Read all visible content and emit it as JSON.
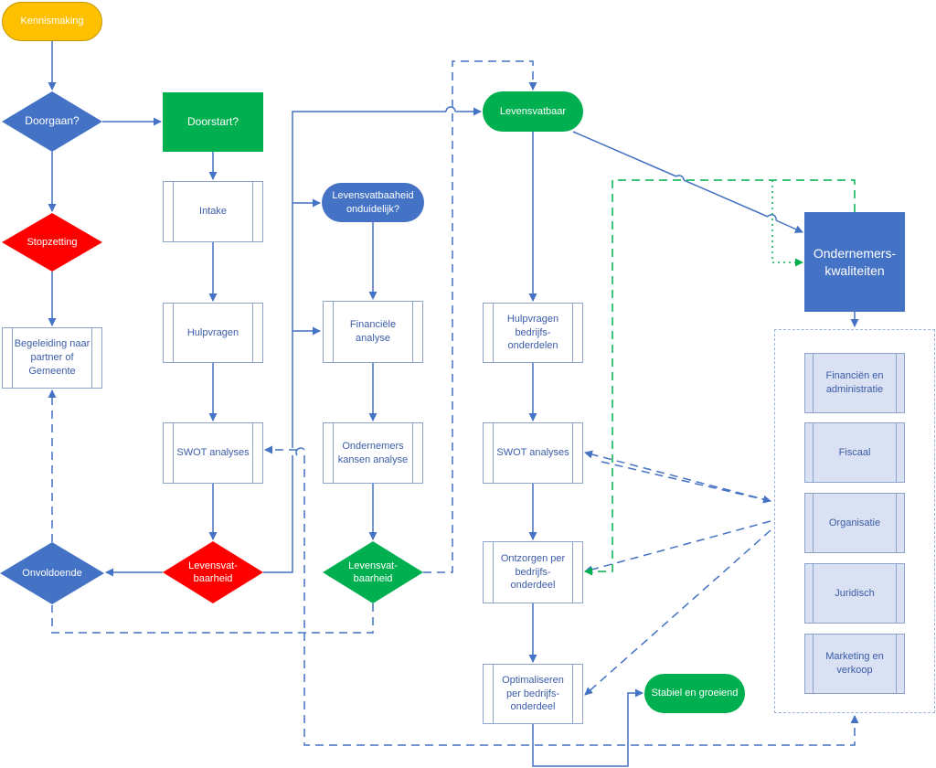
{
  "colors": {
    "yellow": "#ffc000",
    "blue": "#4472c4",
    "green": "#00b050",
    "red": "#ff0000",
    "line": "#4472c4",
    "green_line": "#00b050"
  },
  "nodes": {
    "kennismaking": "Kennismaking",
    "doorgaan": "Doorgaan?",
    "doorstart": "Doorstart?",
    "stopzetting": "Stopzetting",
    "begeleiding": "Begeleiding naar partner of Gemeente",
    "intake": "Intake",
    "hulpvragen": "Hulpvragen",
    "swot1": "SWOT analyses",
    "levensvatbaarheid1": "Levensvat-baarheid",
    "onvoldoende": "Onvoldoende",
    "onduidelijk": "Levensvatbaaheid onduidelijk?",
    "financiele": "Financiële analyse",
    "kansen": "Ondernemers kansen analyse",
    "levensvatbaarheid2": "Levensvat-baarheid",
    "levensvatbaar": "Levensvatbaar",
    "hulpvragen_bedrijf": "Hulpvragen bedrijfs-onderdelen",
    "swot2": "SWOT analyses",
    "ontzorgen": "Ontzorgen per bedrijfs-onderdeel",
    "optimaliseren": "Optimaliseren per bedrijfs-onderdeel",
    "stabiel": "Stabiel en groeiend",
    "ondernemers_kwaliteiten": "Ondernemers-kwaliteiten"
  },
  "qualities": [
    "Financiën en administratie",
    "Fiscaal",
    "Organisatie",
    "Juridisch",
    "Marketing en verkoop"
  ]
}
